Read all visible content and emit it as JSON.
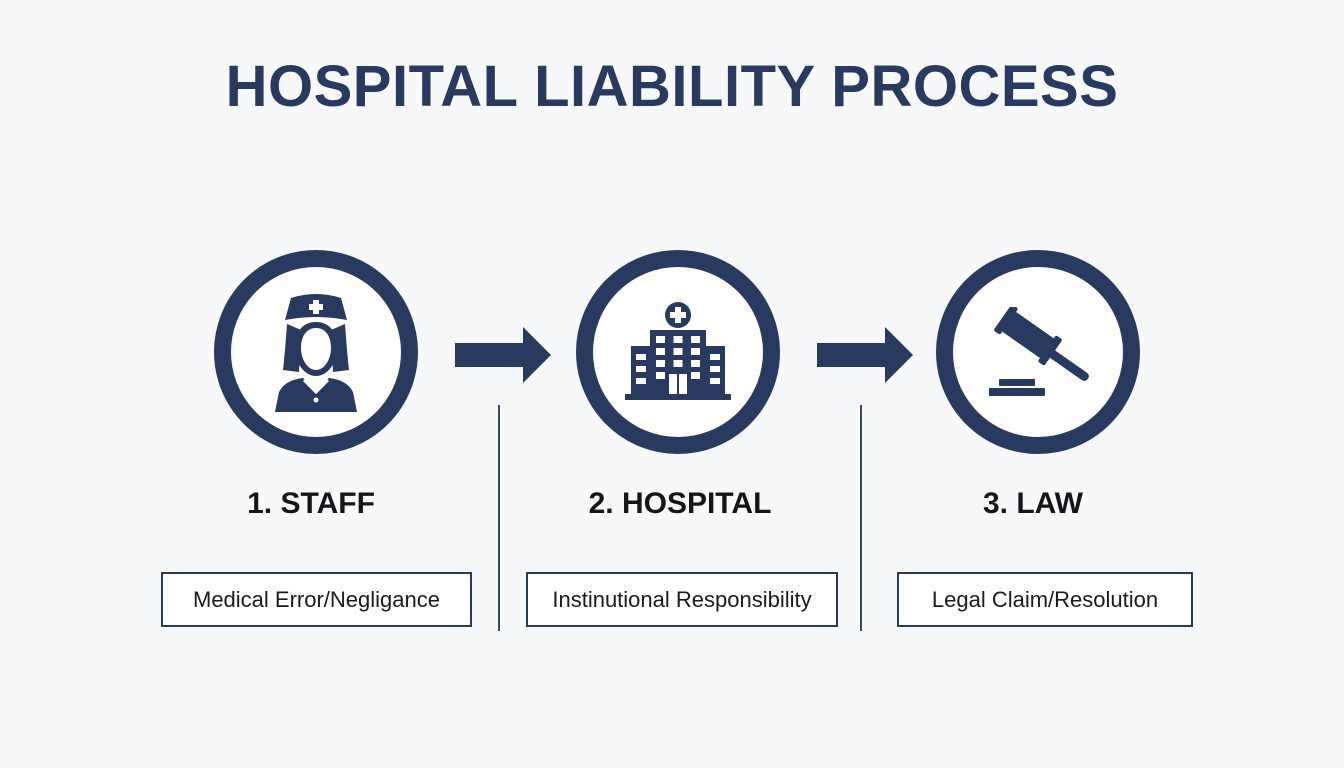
{
  "title": "HOSPITAL LIABILITY PROCESS",
  "colors": {
    "navy": "#283a5f",
    "background": "#f7f8fa",
    "text": "#16161a"
  },
  "steps": [
    {
      "label": "1. STAFF",
      "description": "Medical Error/Negligance",
      "icon": "nurse-icon"
    },
    {
      "label": "2. HOSPITAL",
      "description": "Instinutional Responsibility",
      "icon": "hospital-building-icon"
    },
    {
      "label": "3. LAW",
      "description": "Legal Claim/Resolution",
      "icon": "gavel-icon"
    }
  ]
}
